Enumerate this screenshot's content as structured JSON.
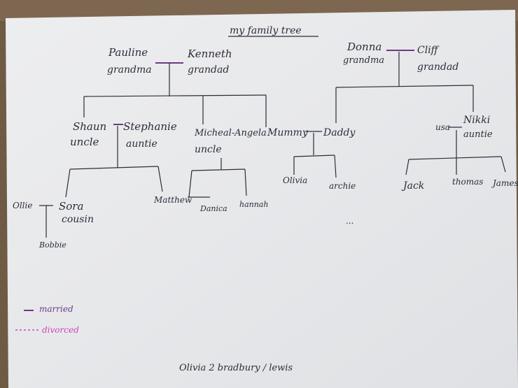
{
  "title": "my family tree",
  "colors": {
    "paper": "#e9eaec",
    "ink": "#2c2c3a",
    "married": "#6b3b86",
    "divorced": "#c94ab6",
    "table": "#6f5a44"
  },
  "grandparents_left": {
    "grandma_name": "Pauline",
    "grandma_role": "grandma",
    "grandad_name": "Kenneth",
    "grandad_role": "grandad"
  },
  "grandparents_right": {
    "grandma_name": "Donna",
    "grandma_role": "grandma",
    "grandad_name": "Cliff",
    "grandad_role": "grandad"
  },
  "left_children": {
    "shaun_name": "Shaun",
    "shaun_role": "uncle",
    "stephanie_name": "Stephanie",
    "stephanie_role": "auntie",
    "micheal_name": "Micheal-Angela",
    "micheal_role": "uncle",
    "mummy": "Mummy"
  },
  "right_children": {
    "daddy": "Daddy",
    "usa": "usa",
    "nikki_name": "Nikki",
    "nikki_role": "auntie"
  },
  "grandchildren": {
    "sora_name": "Sora",
    "sora_role": "cousin",
    "ollie": "Ollie",
    "bobbie": "Bobbie",
    "matthew": "Matthew",
    "danica": "Danica",
    "hannah": "hannah",
    "olivia": "Olivia",
    "archie": "archie",
    "jack": "Jack",
    "thomas": "thomas",
    "james": "James"
  },
  "dots": "...",
  "legend": {
    "married_label": "married",
    "divorced_label": "divorced"
  },
  "footer": "Olivia 2 bradbury / lewis"
}
